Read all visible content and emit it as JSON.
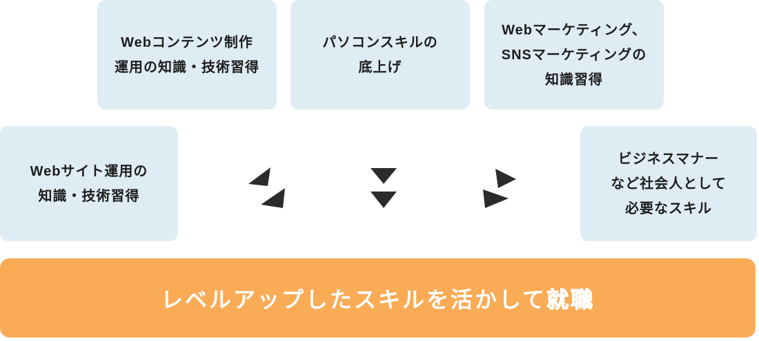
{
  "diagram": {
    "type": "skill-flow",
    "colors": {
      "skill_box_bg": "#dfecf4",
      "banner_bg": "#faab55",
      "box_text": "#1c1c1c",
      "banner_text": "#ffffff",
      "arrow": "#2b2b2b"
    },
    "top_boxes": [
      {
        "label": "Webコンテンツ制作\n運用の知識・技術習得"
      },
      {
        "label": "パソコンスキルの\n底上げ"
      },
      {
        "label": "Webマーケティング、\nSNSマーケティングの\n知識習得"
      }
    ],
    "side_boxes": {
      "left": {
        "label": "Webサイト運用の\n知識・技術習得"
      },
      "right": {
        "label": "ビジネスマナー\nなど社会人として\n必要なスキル"
      }
    },
    "arrows": [
      {
        "name": "arrow-down-left",
        "direction": "down-left"
      },
      {
        "name": "arrow-down",
        "direction": "down"
      },
      {
        "name": "arrow-down-right",
        "direction": "down-right"
      }
    ],
    "banner": {
      "text_regular": "レベルアップしたスキルを活かして",
      "text_emphasis": "就職"
    }
  }
}
